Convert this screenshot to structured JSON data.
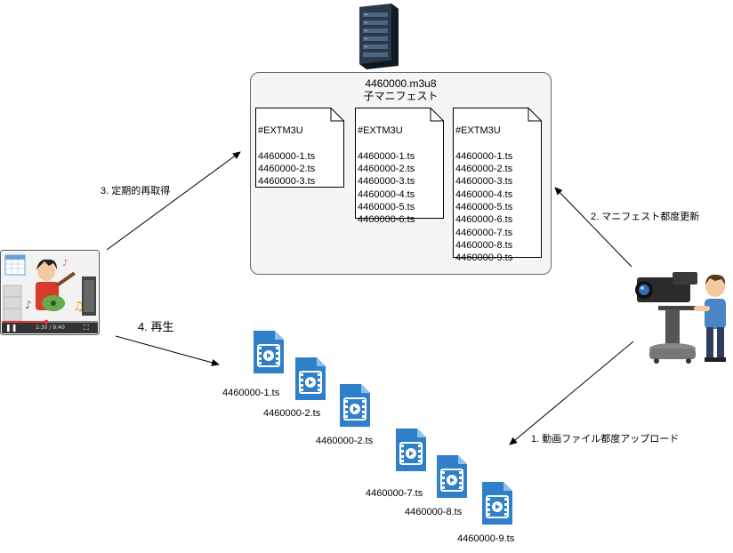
{
  "manifest": {
    "filename": "4460000.m3u8",
    "subtitle": "子マニフェスト",
    "notes": [
      {
        "header": "#EXTM3U",
        "lines": [
          "4460000-1.ts",
          "4460000-2.ts",
          "4460000-3.ts"
        ]
      },
      {
        "header": "#EXTM3U",
        "lines": [
          "4460000-1.ts",
          "4460000-2.ts",
          "4460000-3.ts",
          "4460000-4.ts",
          "4460000-5.ts",
          "4460000-6.ts"
        ]
      },
      {
        "header": "#EXTM3U",
        "lines": [
          "4460000-1.ts",
          "4460000-2.ts",
          "4460000-3.ts",
          "4460000-4.ts",
          "4460000-5.ts",
          "4460000-6.ts",
          "4460000-7.ts",
          "4460000-8.ts",
          "4460000-9.ts"
        ]
      }
    ]
  },
  "steps": {
    "upload": "1. 動画ファイル都度アップロード",
    "update": "2. マニフェスト都度更新",
    "refetch": "3. 定期的再取得",
    "play": "4. 再生"
  },
  "files": [
    {
      "label": "4460000-1.ts"
    },
    {
      "label": "4460000-2.ts"
    },
    {
      "label": "4460000-2.ts"
    },
    {
      "label": "4460000-7.ts"
    },
    {
      "label": "4460000-8.ts"
    },
    {
      "label": "4460000-9.ts"
    }
  ],
  "player": {
    "time": "1:30 / 9:40"
  },
  "colors": {
    "file_icon": "#2f80c9",
    "box_bg": "#f5f5f5",
    "server": "#1f2a36"
  }
}
